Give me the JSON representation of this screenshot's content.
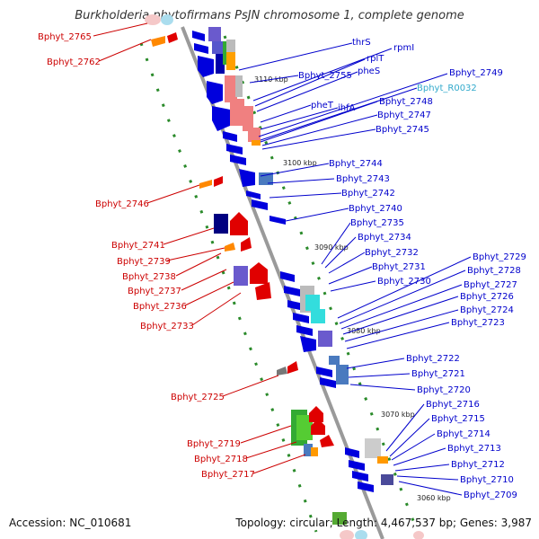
{
  "title": "Burkholderia phytofirmans PsJN chromosome 1, complete genome",
  "footer": {
    "accession": "Accession: NC_010681",
    "summary": "Topology: circular; Length: 4,467,537 bp; Genes: 3,987"
  },
  "kbp_marks": [
    "3110 kbp",
    "3100 kbp",
    "3090 kbp",
    "3080 kbp",
    "3070 kbp",
    "3060 kbp"
  ],
  "genes_left": [
    "Bphyt_2765",
    "Bphyt_2762",
    "Bphyt_2746",
    "Bphyt_2741",
    "Bphyt_2739",
    "Bphyt_2738",
    "Bphyt_2737",
    "Bphyt_2736",
    "Bphyt_2733",
    "Bphyt_2725",
    "Bphyt_2719",
    "Bphyt_2718",
    "Bphyt_2717"
  ],
  "genes_right": [
    "thrS",
    "rpmI",
    "rplT",
    "Bphyt_2755",
    "pheS",
    "Bphyt_2749",
    "Bphyt_R0032",
    "Bphyt_2748",
    "pheT",
    "ihfA",
    "Bphyt_2747",
    "Bphyt_2745",
    "Bphyt_2744",
    "Bphyt_2743",
    "Bphyt_2742",
    "Bphyt_2740",
    "Bphyt_2735",
    "Bphyt_2734",
    "Bphyt_2732",
    "Bphyt_2731",
    "Bphyt_2730",
    "Bphyt_2729",
    "Bphyt_2728",
    "Bphyt_2727",
    "Bphyt_2726",
    "Bphyt_2724",
    "Bphyt_2723",
    "Bphyt_2722",
    "Bphyt_2721",
    "Bphyt_2720",
    "Bphyt_2716",
    "Bphyt_2715",
    "Bphyt_2714",
    "Bphyt_2713",
    "Bphyt_2712",
    "Bphyt_2710",
    "Bphyt_2709"
  ],
  "colors": {
    "forward_gene": "#e00000",
    "reverse_gene": "#0000dd",
    "rna_label": "#33aacc",
    "backbone": "#8c8c8c",
    "tick": "#2a8a2a"
  }
}
